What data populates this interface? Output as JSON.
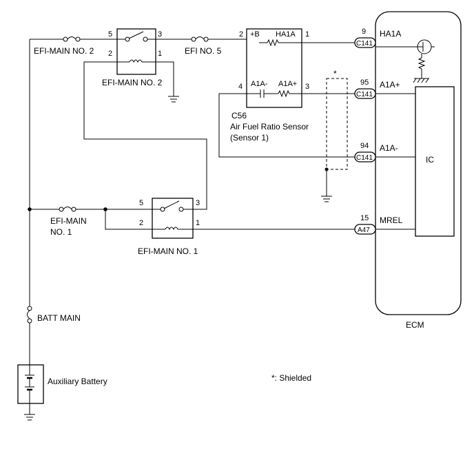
{
  "labels": {
    "efi_main2_fuse": "EFI-MAIN NO. 2",
    "efi_main2_relay": "EFI-MAIN NO. 2",
    "efi_no5": "EFI NO. 5",
    "efi_main1_fuse_a": "EFI-MAIN",
    "efi_main1_fuse_b": "NO. 1",
    "efi_main1_relay": "EFI-MAIN NO. 1",
    "batt_main": "BATT MAIN",
    "aux_battery": "Auxiliary Battery",
    "shielded_note": "*: Shielded",
    "shield_star": "*",
    "sensor_code": "C56",
    "sensor_name": "Air Fuel Ratio Sensor",
    "sensor_sub": "(Sensor 1)",
    "sensor_b": "+B",
    "sensor_ha1a": "HA1A",
    "sensor_a1a_minus": "A1A-",
    "sensor_a1a_plus": "A1A+",
    "ecm": "ECM",
    "ic": "IC"
  },
  "pins": {
    "relay2": {
      "p5": "5",
      "p3": "3",
      "p2": "2",
      "p1": "1"
    },
    "relay1": {
      "p5": "5",
      "p3": "3",
      "p2": "2",
      "p1": "1"
    },
    "sensor": {
      "p2": "2",
      "p1": "1",
      "p4": "4",
      "p3": "3"
    }
  },
  "ecm_pins": [
    {
      "num": "9",
      "conn": "C141",
      "name": "HA1A"
    },
    {
      "num": "95",
      "conn": "C141",
      "name": "A1A+"
    },
    {
      "num": "94",
      "conn": "C141",
      "name": "A1A-"
    },
    {
      "num": "15",
      "conn": "A47",
      "name": "MREL"
    }
  ]
}
